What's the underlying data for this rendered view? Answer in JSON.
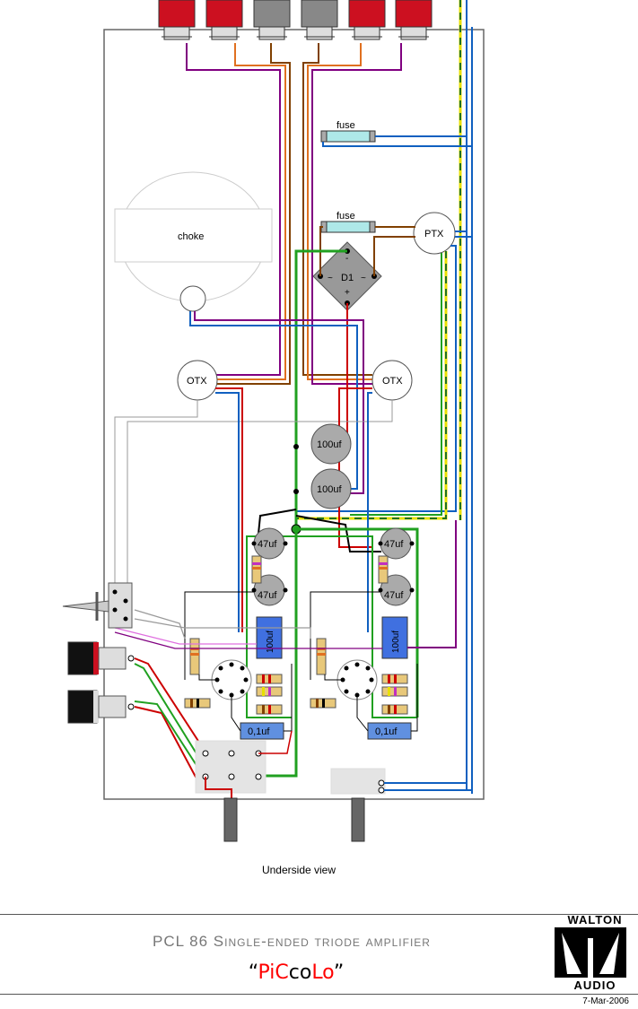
{
  "labels": {
    "choke": "choke",
    "fuse_top": "fuse",
    "fuse_mid": "fuse",
    "ptx": "PTX",
    "d1": "D1",
    "d1_minus": "-",
    "d1_plus": "+",
    "d1_ac_left": "~",
    "d1_ac_right": "~",
    "otx_left": "OTX",
    "otx_right": "OTX",
    "cap_100uf_a": "100uf",
    "cap_100uf_b": "100uf",
    "cap_47uf_left_top": "47uf",
    "cap_47uf_left_bottom": "47uf",
    "cap_47uf_right_top": "47uf",
    "cap_47uf_right_bottom": "47uf",
    "cap_100uf_left_blue": "100uf",
    "cap_100uf_right_blue": "100uf",
    "cap_01uf_left": "0,1uf",
    "cap_01uf_right": "0,1uf"
  },
  "caption": "Underside view",
  "footer": {
    "title": "PCL 86 Single-ended triode amplifier",
    "subtitle_open": "“",
    "subtitle_parts": [
      "Pi",
      "C",
      "co",
      "Lo"
    ],
    "subtitle_close": "”",
    "brand_top": "WALTON",
    "brand_bottom": "AUDIO",
    "date": "7-Mar-2006"
  },
  "colors": {
    "red": "#cc0000",
    "purple": "#800080",
    "orange": "#e07020",
    "brown": "#804000",
    "blue": "#1060c0",
    "green": "#20a020",
    "yellow": "#e8e000",
    "gray": "#9a9a9a",
    "pink": "#e070e0"
  }
}
